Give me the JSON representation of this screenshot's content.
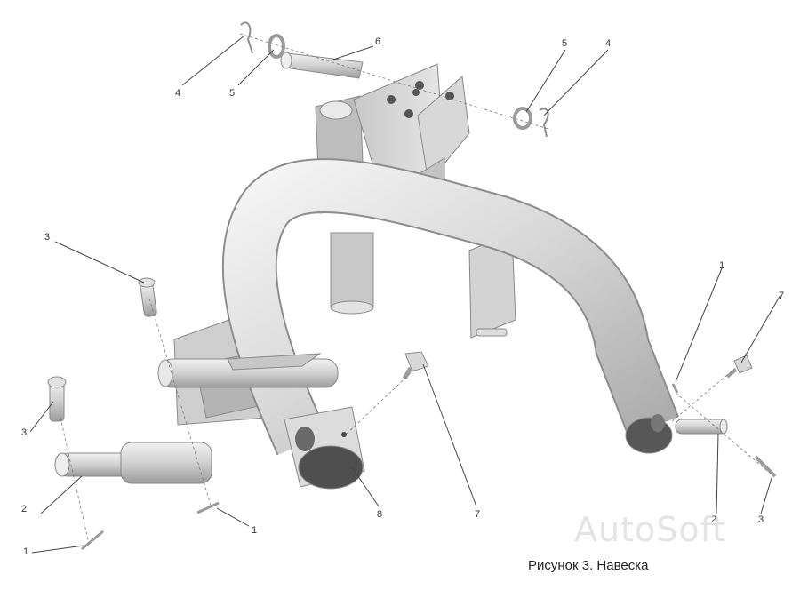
{
  "figure": {
    "caption": "Рисунок 3. Навеска",
    "watermark": "AutoSoft"
  },
  "callouts": {
    "c1_left_bottom": "1",
    "c1_left_mid": "1",
    "c1_right": "1",
    "c2_left": "2",
    "c2_right": "2",
    "c3_left_top": "3",
    "c3_left_mid": "3",
    "c3_right": "3",
    "c4_left": "4",
    "c4_right": "4",
    "c5_left": "5",
    "c5_right": "5",
    "c6_top": "6",
    "c7_center": "7",
    "c7_right": "7",
    "c8_center": "8"
  }
}
